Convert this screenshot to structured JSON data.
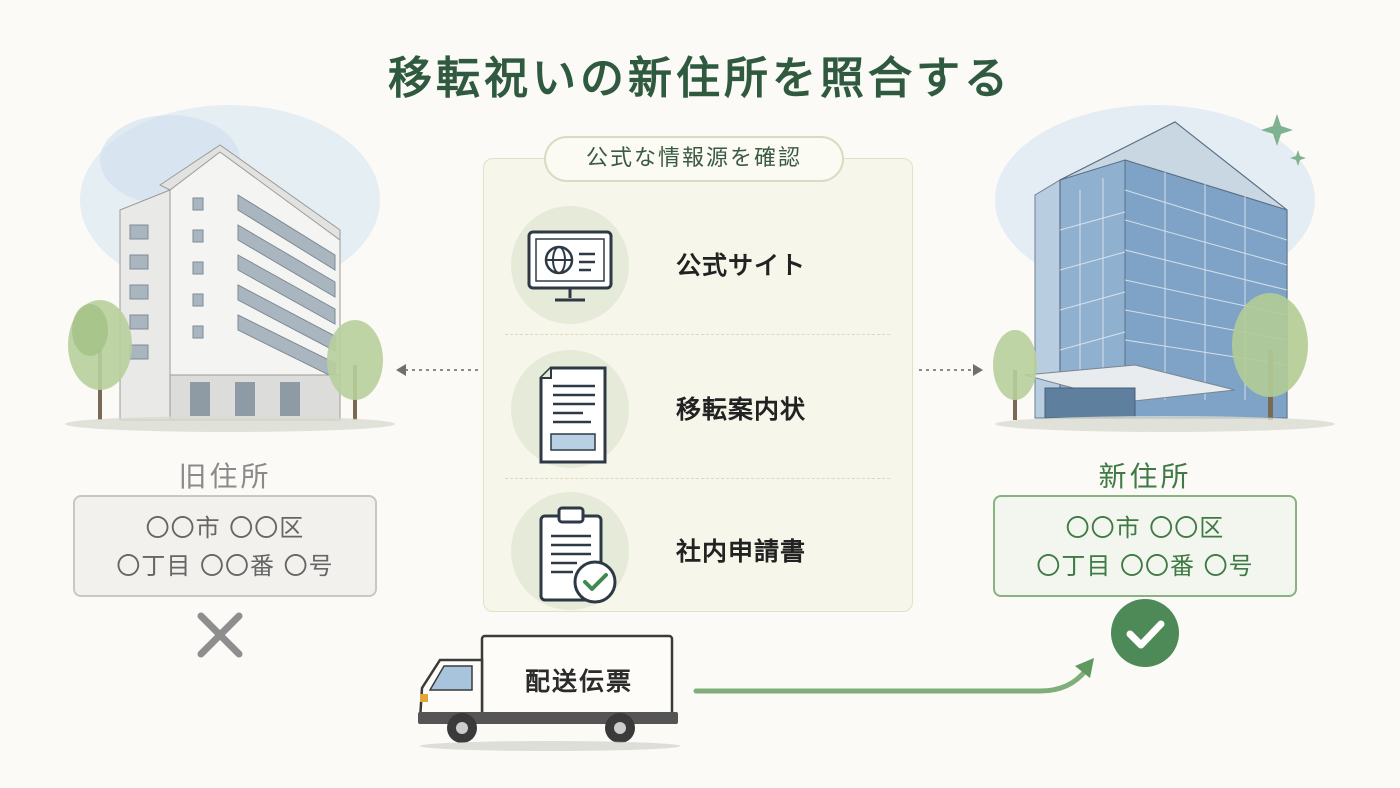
{
  "title": "移転祝いの新住所を照合する",
  "info_panel": {
    "header": "公式な情報源を確認",
    "sources": [
      {
        "label": "公式サイト",
        "icon": "monitor-globe-icon"
      },
      {
        "label": "移転案内状",
        "icon": "document-icon"
      },
      {
        "label": "社内申請書",
        "icon": "clipboard-check-icon"
      }
    ]
  },
  "old_address": {
    "label": "旧住所",
    "line1": "〇〇市 〇〇区",
    "line2": "〇丁目 〇〇番 〇号",
    "status_icon": "cross-icon"
  },
  "new_address": {
    "label": "新住所",
    "line1": "〇〇市 〇〇区",
    "line2": "〇丁目 〇〇番 〇号",
    "status_icon": "check-circle-icon"
  },
  "truck": {
    "label": "配送伝票",
    "icon": "delivery-truck-icon"
  },
  "colors": {
    "accent_green": "#3f7a45",
    "title_green": "#2f5a3f",
    "panel_bg": "#f7f6ea",
    "muted_gray": "#8a8a8a"
  }
}
